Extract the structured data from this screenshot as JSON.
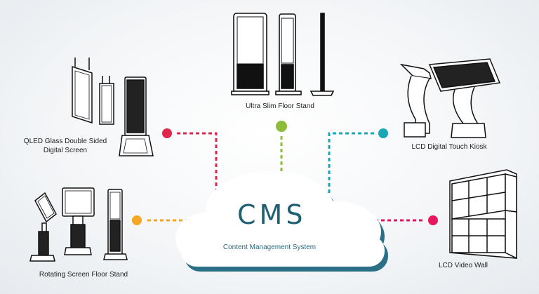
{
  "center": {
    "title": "CMS",
    "subtitle": "Content Management System"
  },
  "devices": {
    "qled": {
      "label_line1": "QLED Glass Double Sided",
      "label_line2": "Digital Screen"
    },
    "ultra_slim": {
      "label": "Ultra Slim Floor Stand"
    },
    "kiosk": {
      "label": "LCD Digital Touch Kiosk"
    },
    "rotating": {
      "label": "Rotating Screen Floor Stand"
    },
    "video_wall": {
      "label": "LCD Video Wall"
    }
  },
  "colors": {
    "red": "#e0264a",
    "green": "#8dbb3a",
    "teal": "#1aa6b7",
    "orange": "#f5a623",
    "pink": "#e8175d",
    "cloud_fill": "#ffffff",
    "cloud_shadow": "#2a6f86",
    "cms_text": "#1f5f73"
  }
}
